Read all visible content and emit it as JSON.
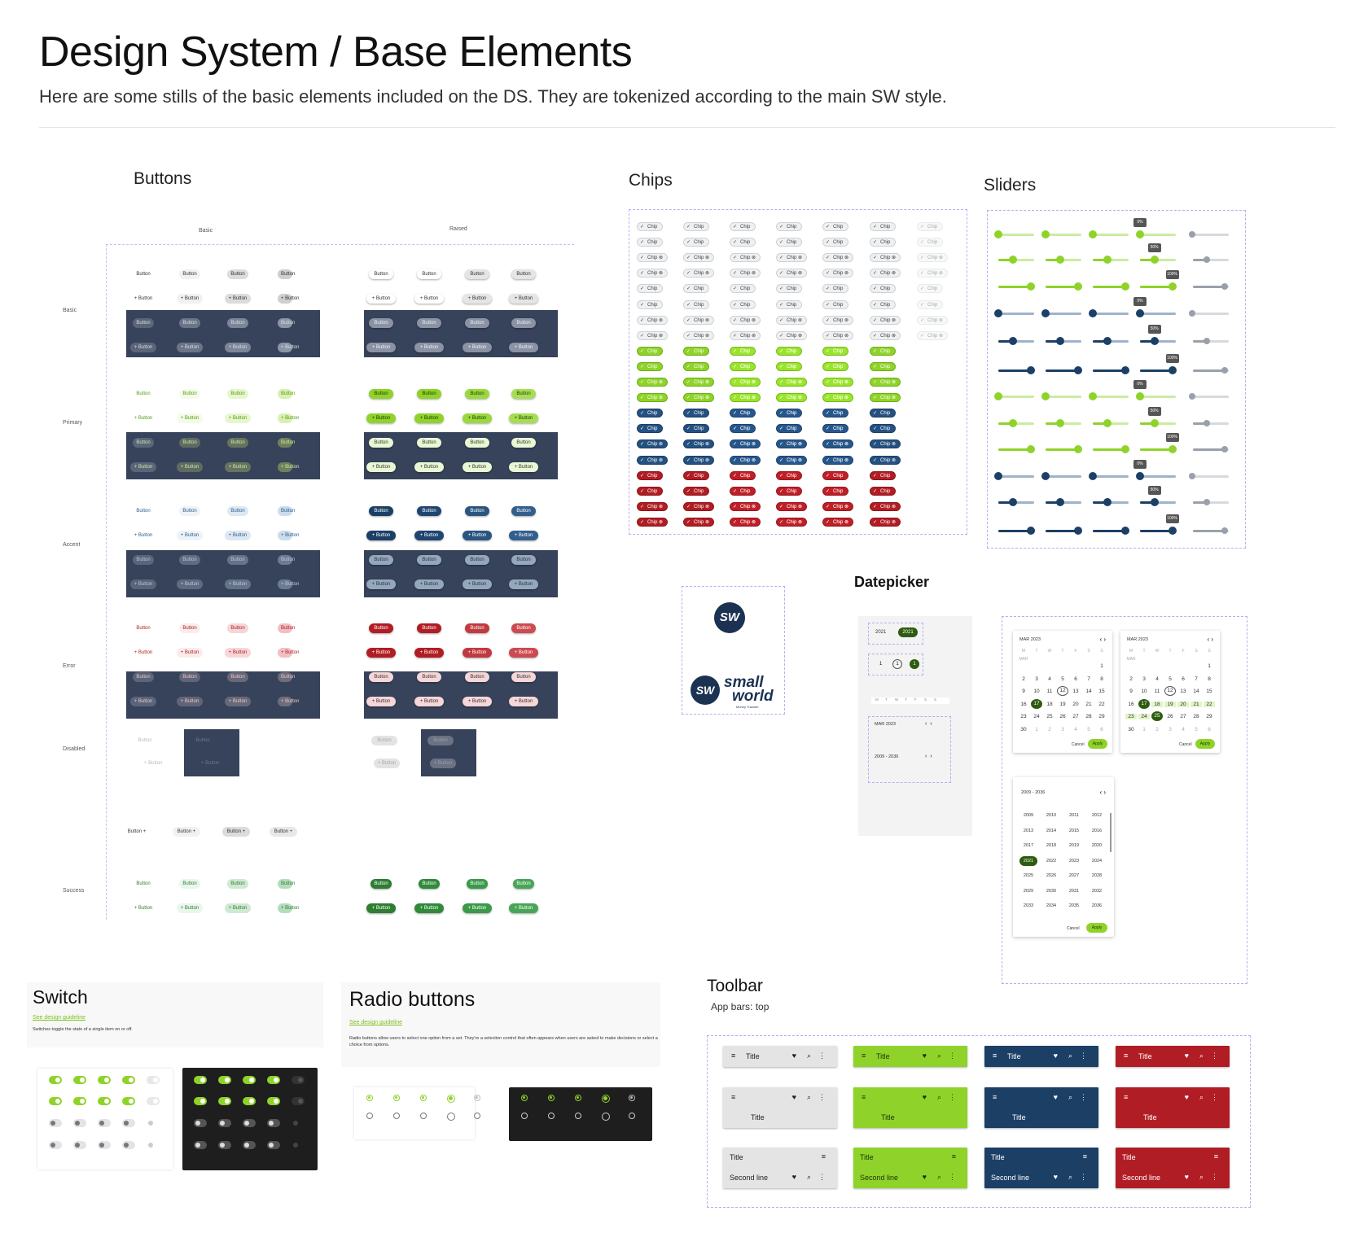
{
  "page": {
    "title": "Design System / Base Elements",
    "subtitle": "Here are some stills  of the basic elements included on the DS. They are tokenized according to the main SW style."
  },
  "buttons": {
    "title": "Buttons",
    "col_basic": "Basic",
    "col_raised": "Raised",
    "rows": [
      "Basic",
      "Primary",
      "Accent",
      "Error",
      "Disabled",
      "Success"
    ],
    "label": "Button",
    "plus_label": "+ Button",
    "focused": "focused"
  },
  "chips": {
    "title": "Chips",
    "label": "Chip"
  },
  "sliders": {
    "title": "Sliders",
    "tips": [
      "0%",
      "50%",
      "100%"
    ]
  },
  "logo": {
    "mark": "SW",
    "word1": "small",
    "word2": "world",
    "tagline": "Money Transfer"
  },
  "datepicker": {
    "title": "Datepicker",
    "years_pill": [
      "2021",
      "2021"
    ],
    "steps": [
      "1",
      "1",
      "1"
    ],
    "weekdays": [
      "M",
      "T",
      "W",
      "T",
      "F",
      "S",
      "S"
    ],
    "month_label": "MAR 2023",
    "month_small": "MAR",
    "range_label": "2009 - 2036",
    "cancel": "Cancel",
    "apply": "Apply",
    "years": [
      "2009",
      "2010",
      "2011",
      "2012",
      "2013",
      "2014",
      "2015",
      "2016",
      "2017",
      "2018",
      "2019",
      "2020",
      "2021",
      "2022",
      "2023",
      "2024",
      "2025",
      "2026",
      "2027",
      "2028",
      "2029",
      "2030",
      "2031",
      "2032",
      "2033",
      "2034",
      "2035",
      "2036"
    ]
  },
  "switch": {
    "title": "Switch",
    "link": "See design guideline",
    "desc": "Switches toggle the state of a single item on or off."
  },
  "radio": {
    "title": "Radio buttons",
    "link": "See design guideline",
    "desc": "Radio buttons allow users to select one option from a set. They're a selection control that often appears when users are asked to make decisions or select a choice from options."
  },
  "toolbar": {
    "title": "Toolbar",
    "subtitle": "App bars: top",
    "bar_title": "Title",
    "second_line": "Second line",
    "colors": [
      "#e4e4e4",
      "#8fd32a",
      "#1c3f66",
      "#b11d24"
    ]
  },
  "colors": {
    "green": "#8fd32a",
    "navy": "#1c3f66",
    "red": "#b11d24",
    "dark_green": "#2e7d32",
    "panel": "#37435a",
    "olive": "#2e5b0f"
  }
}
